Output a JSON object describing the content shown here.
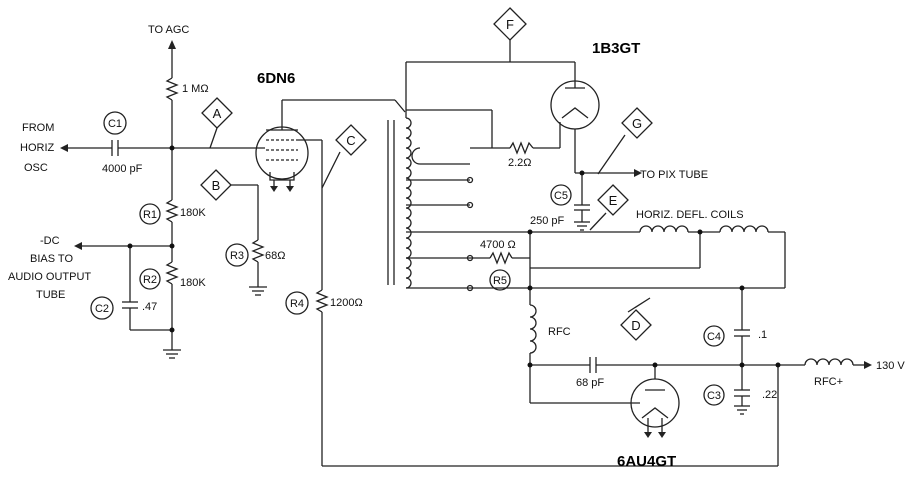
{
  "labels": {
    "to_agc": "TO AGC",
    "from": "FROM",
    "horiz": "HORIZ",
    "osc": "OSC",
    "dc": "-DC",
    "bias_to": "BIAS TO",
    "audio_output": "AUDIO OUTPUT",
    "tube": "TUBE",
    "to_pix_tube": "TO PIX TUBE",
    "horiz_defl_coils": "HORIZ. DEFL. COILS",
    "v130": "130 V"
  },
  "tubes": {
    "t1": "6DN6",
    "t2": "1B3GT",
    "t3": "6AU4GT"
  },
  "components": {
    "c1": "C1",
    "c1_val": "4000 pF",
    "c2": "C2",
    "c2_val": ".47",
    "c3": "C3",
    "c3_val": ".22",
    "c4": "C4",
    "c4_val": ".1",
    "c5": "C5",
    "c5_val": "250 pF",
    "r1": "R1",
    "r1_val": "180K",
    "r2": "R2",
    "r2_val": "180K",
    "r3": "R3",
    "r3_val": "68Ω",
    "r4": "R4",
    "r4_val": "1200Ω",
    "r5": "R5",
    "r5_val": "4700 Ω",
    "r_1m": "1 MΩ",
    "r_22": "2.2Ω",
    "rfc": "RFC",
    "rfc_plus": "RFC+",
    "c_68": "68 pF"
  },
  "test_points": {
    "a": "A",
    "b": "B",
    "c": "C",
    "d": "D",
    "e": "E",
    "f": "F",
    "g": "G"
  }
}
